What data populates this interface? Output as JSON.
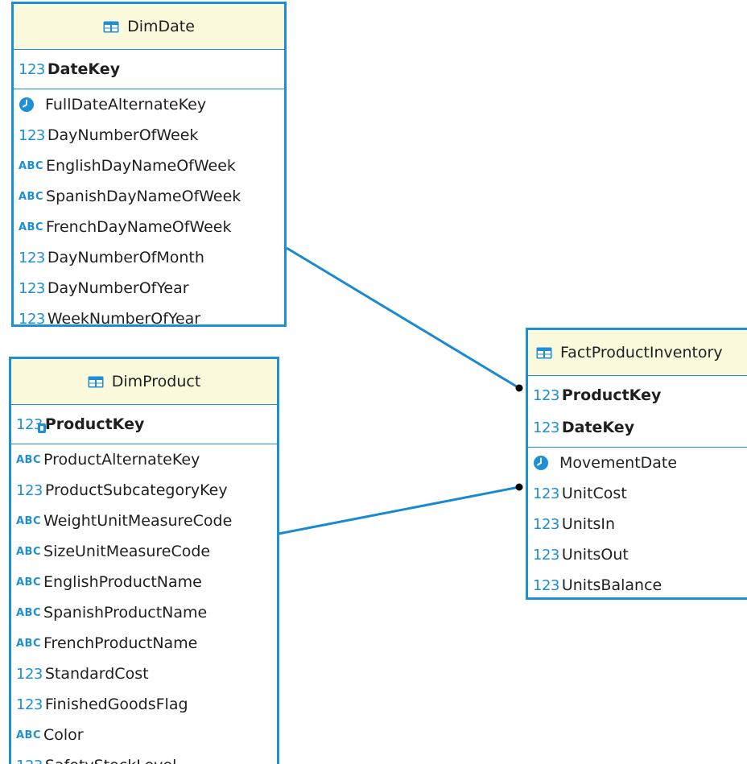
{
  "colors": {
    "border": "#1e8fd6",
    "header_bg": "#fbf9dc",
    "connector": "#1a8ad0",
    "type_icon": "#1e8fd6"
  },
  "entities": {
    "dimdate": {
      "title": "DimDate",
      "keys": [
        {
          "type": "123",
          "name": "DateKey"
        }
      ],
      "columns": [
        {
          "type": "date",
          "name": "FullDateAlternateKey"
        },
        {
          "type": "123",
          "name": "DayNumberOfWeek"
        },
        {
          "type": "ABC",
          "name": "EnglishDayNameOfWeek"
        },
        {
          "type": "ABC",
          "name": "SpanishDayNameOfWeek"
        },
        {
          "type": "ABC",
          "name": "FrenchDayNameOfWeek"
        },
        {
          "type": "123",
          "name": "DayNumberOfMonth"
        },
        {
          "type": "123",
          "name": "DayNumberOfYear"
        },
        {
          "type": "123",
          "name": "WeekNumberOfYear"
        }
      ]
    },
    "dimproduct": {
      "title": "DimProduct",
      "keys": [
        {
          "type": "123key",
          "name": "ProductKey"
        }
      ],
      "columns": [
        {
          "type": "ABC",
          "name": "ProductAlternateKey"
        },
        {
          "type": "123",
          "name": "ProductSubcategoryKey"
        },
        {
          "type": "ABC",
          "name": "WeightUnitMeasureCode"
        },
        {
          "type": "ABC",
          "name": "SizeUnitMeasureCode"
        },
        {
          "type": "ABC",
          "name": "EnglishProductName"
        },
        {
          "type": "ABC",
          "name": "SpanishProductName"
        },
        {
          "type": "ABC",
          "name": "FrenchProductName"
        },
        {
          "type": "123",
          "name": "StandardCost"
        },
        {
          "type": "123",
          "name": "FinishedGoodsFlag"
        },
        {
          "type": "ABC",
          "name": "Color"
        },
        {
          "type": "123",
          "name": "SafetyStockLevel"
        }
      ]
    },
    "fact": {
      "title": "FactProductInventory",
      "keys": [
        {
          "type": "123",
          "name": "ProductKey"
        },
        {
          "type": "123",
          "name": "DateKey"
        }
      ],
      "columns": [
        {
          "type": "date",
          "name": "MovementDate"
        },
        {
          "type": "123",
          "name": "UnitCost"
        },
        {
          "type": "123",
          "name": "UnitsIn"
        },
        {
          "type": "123",
          "name": "UnitsOut"
        },
        {
          "type": "123",
          "name": "UnitsBalance"
        }
      ]
    }
  }
}
